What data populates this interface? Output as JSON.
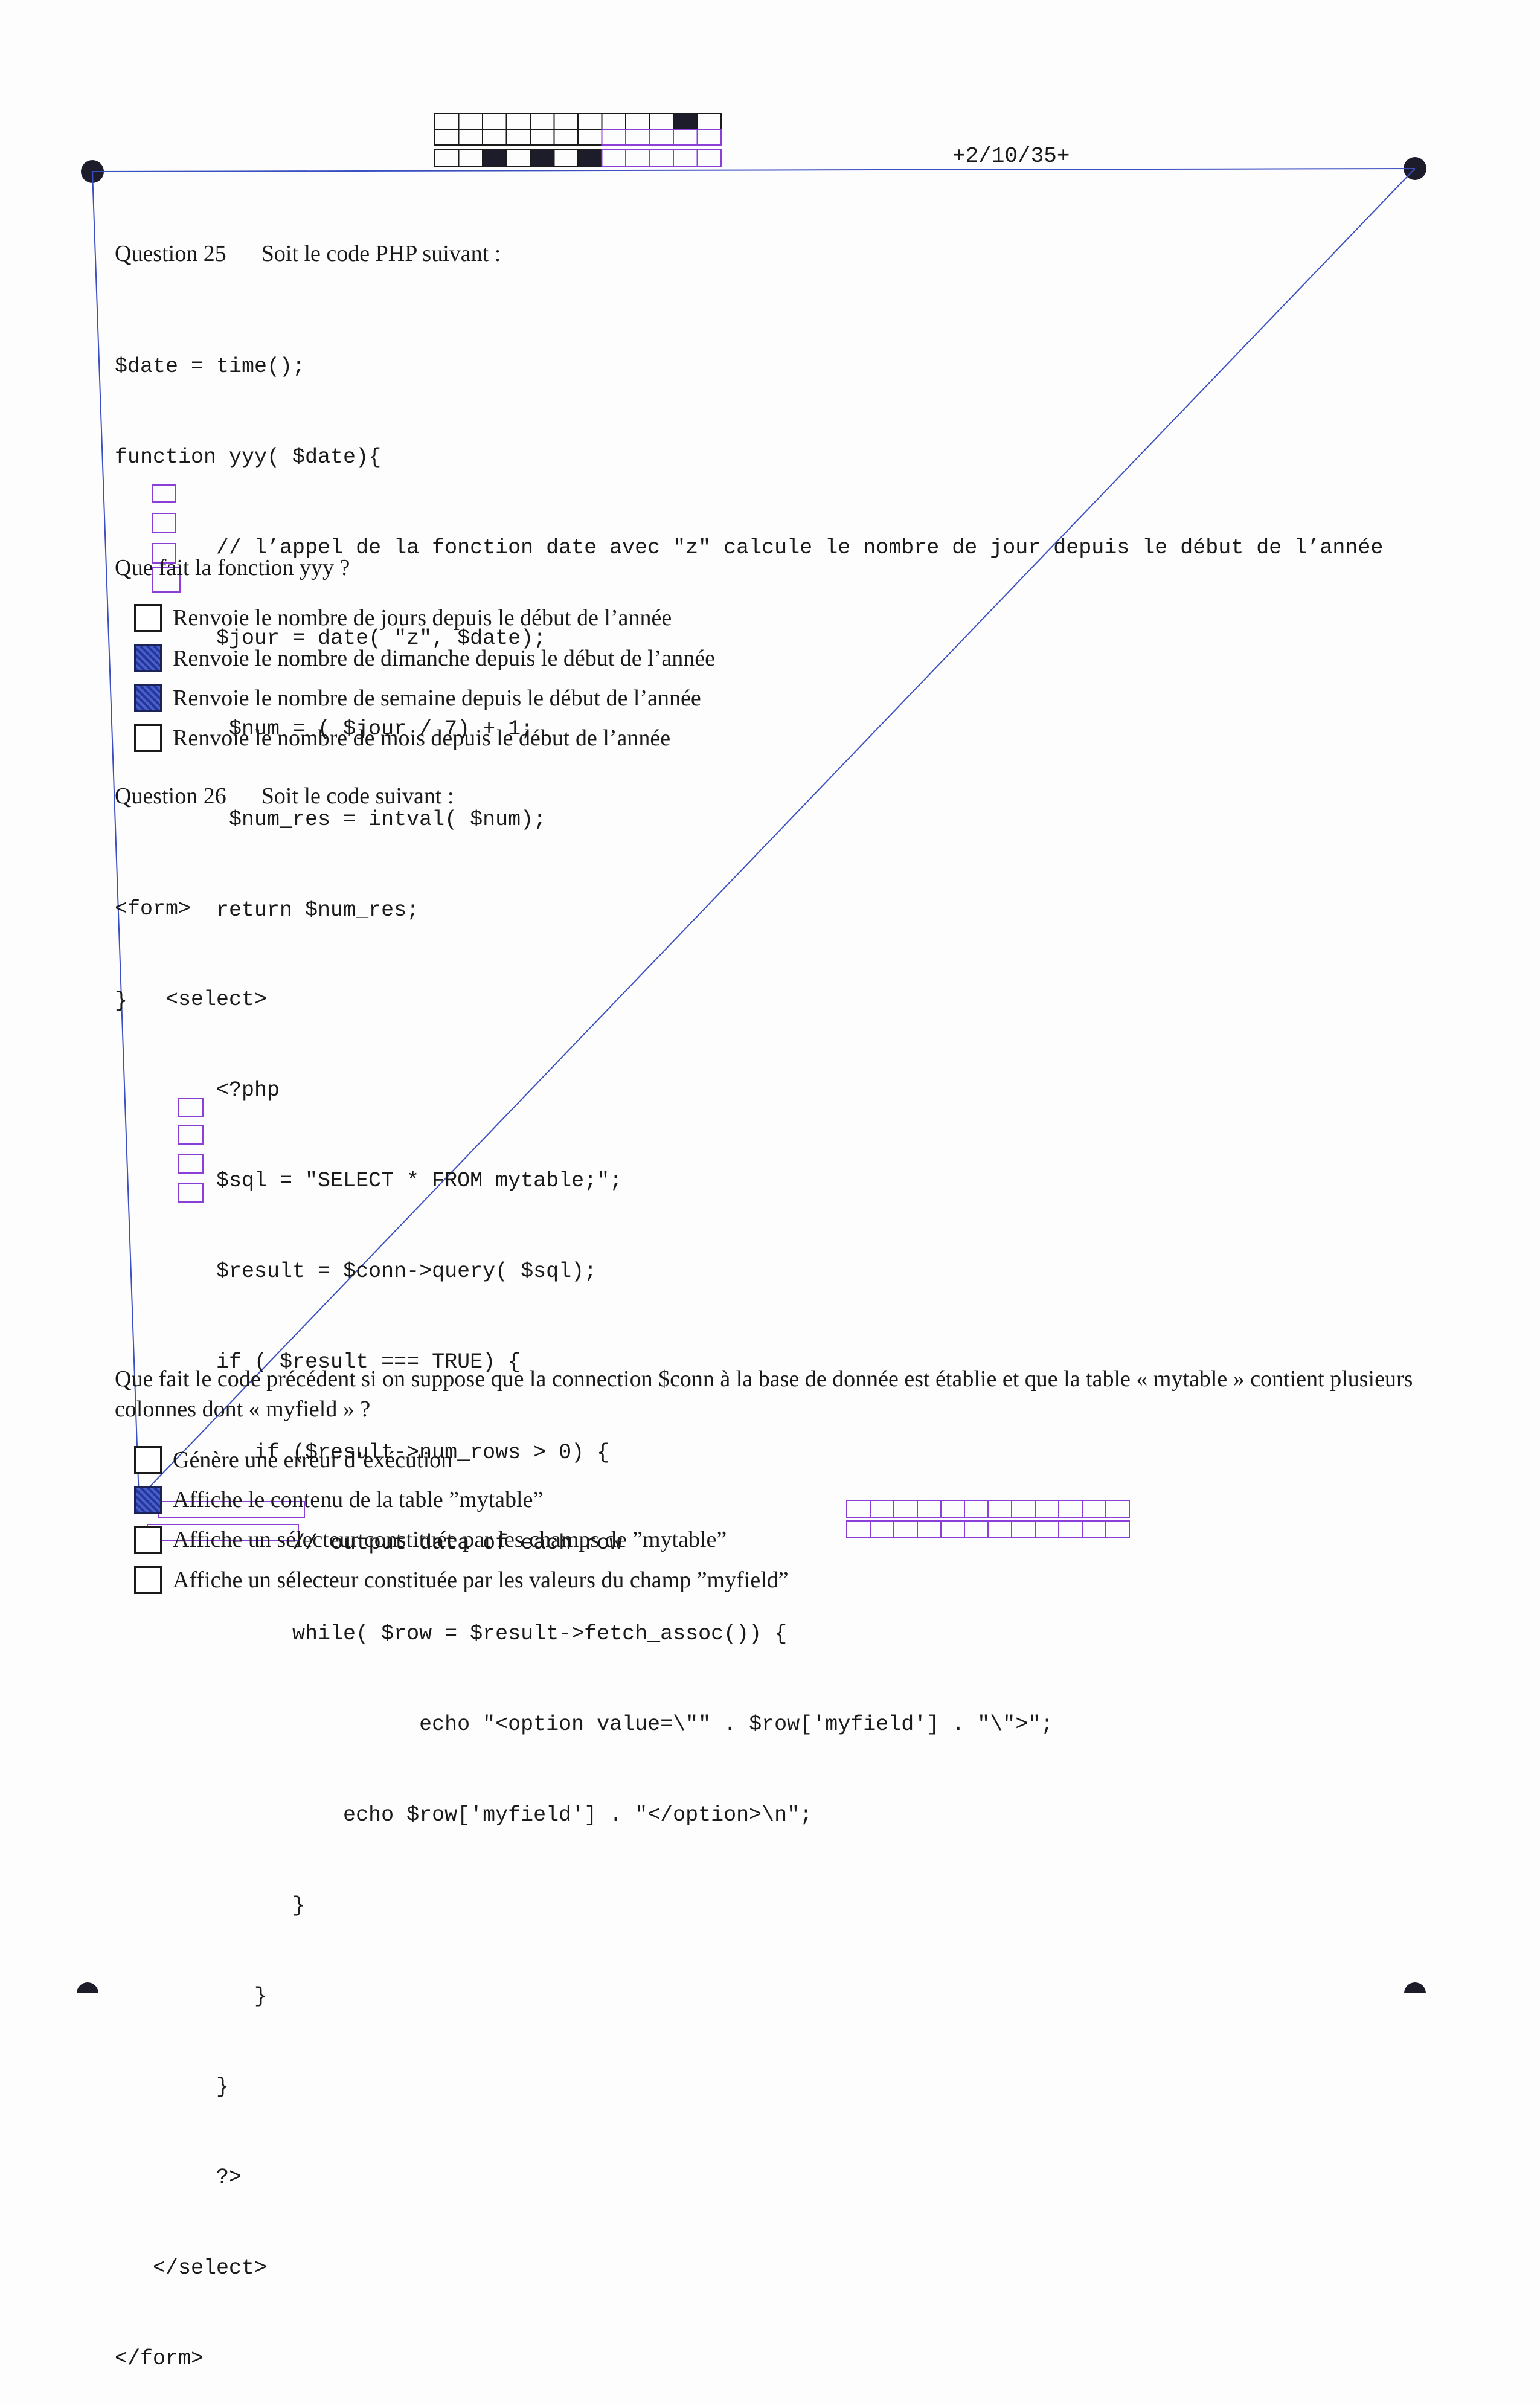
{
  "header": {
    "id_code": "+2/10/35+"
  },
  "questions": [
    {
      "label": "Question 25",
      "intro": "Soit le code PHP suivant :",
      "code": [
        "$date = time();",
        "function yyy( $date){",
        "        // l’appel de la fonction date avec \"z\" calcule le nombre de jour depuis le début de l’année",
        "        $jour = date( \"z\", $date);",
        "         $num = ( $jour / 7) + 1;",
        "         $num_res = intval( $num);",
        "        return $num_res;",
        "}"
      ],
      "prompt": "Que fait la fonction yyy ?",
      "answers": [
        {
          "text": "Renvoie le nombre de jours depuis le début de l’année",
          "checked": false
        },
        {
          "text": "Renvoie le nombre de dimanche depuis le début de l’année",
          "checked": true
        },
        {
          "text": "Renvoie le nombre de semaine depuis le début de l’année",
          "checked": true
        },
        {
          "text": "Renvoie le nombre de mois depuis le début de l’année",
          "checked": false
        }
      ]
    },
    {
      "label": "Question 26",
      "intro": "Soit le code suivant :",
      "code": [
        "<form>",
        "    <select>",
        "        <?php",
        "        $sql = \"SELECT * FROM mytable;\";",
        "        $result = $conn->query( $sql);",
        "        if ( $result === TRUE) {",
        "           if ($result->num_rows > 0) {",
        "              // output data of each row",
        "              while( $row = $result->fetch_assoc()) {",
        "                        echo \"<option value=\\\"\" . $row['myfield'] . \"\\\">\";",
        "                  echo $row['myfield'] . \"</option>\\n\";",
        "              }",
        "           }",
        "        }",
        "        ?>",
        "   </select>",
        "</form>"
      ],
      "prompt": "Que fait le code précédent si on suppose que la connection $conn à la base de donnée est établie et que la table « mytable » contient plusieurs colonnes dont « myfield » ?",
      "answers": [
        {
          "text": "Génère une erreur d’exécution",
          "checked": false
        },
        {
          "text": "Affiche le contenu de la table ”mytable”",
          "checked": true
        },
        {
          "text": "Affiche un sélecteur constituée par les champs de ”mytable”",
          "checked": false
        },
        {
          "text": "Affiche un sélecteur constituée par les valeurs du champ ”myfield”",
          "checked": false
        }
      ]
    }
  ],
  "colors": {
    "ink": "#1a1a1a",
    "overlay": "#3a4fc0",
    "overlay_purple": "#8b3fd6",
    "fill_blue": "#23379d"
  }
}
